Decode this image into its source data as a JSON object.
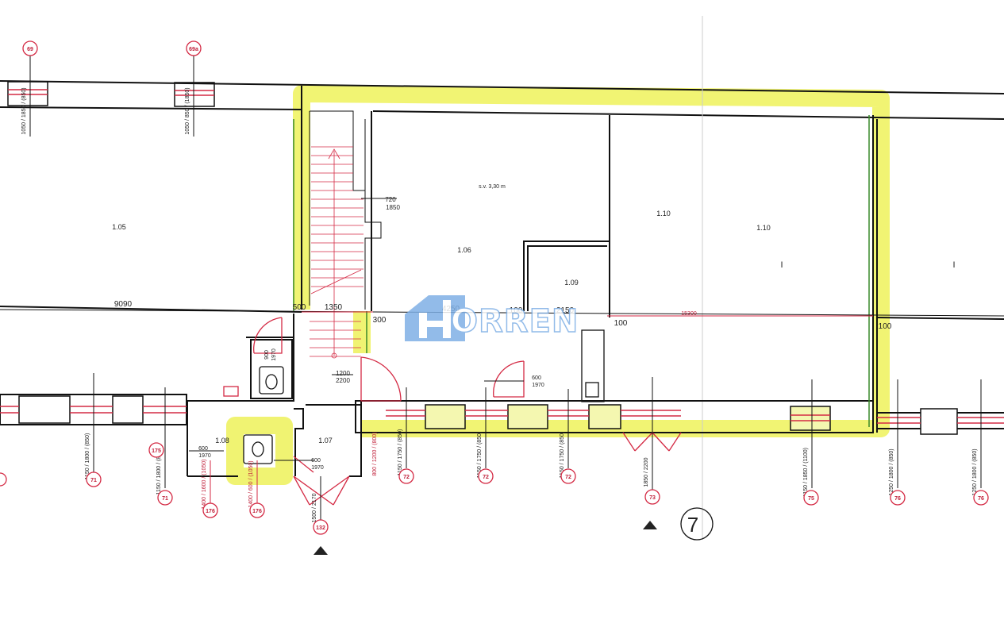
{
  "rooms": {
    "r105": "1.05",
    "r106": "1.06",
    "r107": "1.07",
    "r108": "1.08",
    "r109": "1.09",
    "r110a": "1.10",
    "r110b": "1.10",
    "height_note": "s.v. 3,30  m"
  },
  "dims": {
    "d9090": "9090",
    "d500": "500",
    "d1350": "1350",
    "d300": "300",
    "d4250": "4250",
    "d100a": "100",
    "d2150": "2150",
    "d100b": "100",
    "d100c": "100",
    "d15300": "15300",
    "d720": "720",
    "d1850": "1850",
    "d1200": "1200",
    "d2200": "2200"
  },
  "door_labels": {
    "dl1a": "600",
    "dl1b": "1970",
    "dl2a": "600",
    "dl2b": "1970",
    "dl3a": "600",
    "dl3b": "1970",
    "dl4a": "900",
    "dl4b": "1970"
  },
  "markers": {
    "m69": "69",
    "m69a": "69a",
    "m71a": "71",
    "m71b": "71",
    "m72a": "72",
    "m72b": "72",
    "m72c": "72",
    "m73": "73",
    "m75": "75",
    "m76a": "76",
    "m76b": "76",
    "m175": "175",
    "m176a": "176",
    "m176b": "176",
    "m132": "132",
    "section": "7"
  },
  "window_dims": {
    "w69": "1050 / 1850 / (850)",
    "w69a": "1050 / 850 / (1850)",
    "w71": "1150 / 1800 / (850)",
    "w71b": "1150 / 1800 / (850)",
    "w72a": "1150 / 1750 / (850)",
    "w72b": "1150 / 1750 / (850)",
    "w72c": "1150 / 1750 / (850)",
    "w73": "1850 / 2200",
    "w75": "1150 / 1850 / (1100)",
    "w76a": "1250 / 1800 / (850)",
    "w76b": "1250 / 1800 / (850)",
    "w132": "1500 / 2170",
    "w176a": "1400 / 1600 / (1050)",
    "w176b": "1400 / 600 / (1050)",
    "w800": "800 / 1200 / (800)"
  },
  "watermark": "ORREN",
  "colors": {
    "highlight": "#eef25a",
    "wall": "#111111",
    "accent": "#d42a44",
    "watermark": "#7fb0e6"
  }
}
